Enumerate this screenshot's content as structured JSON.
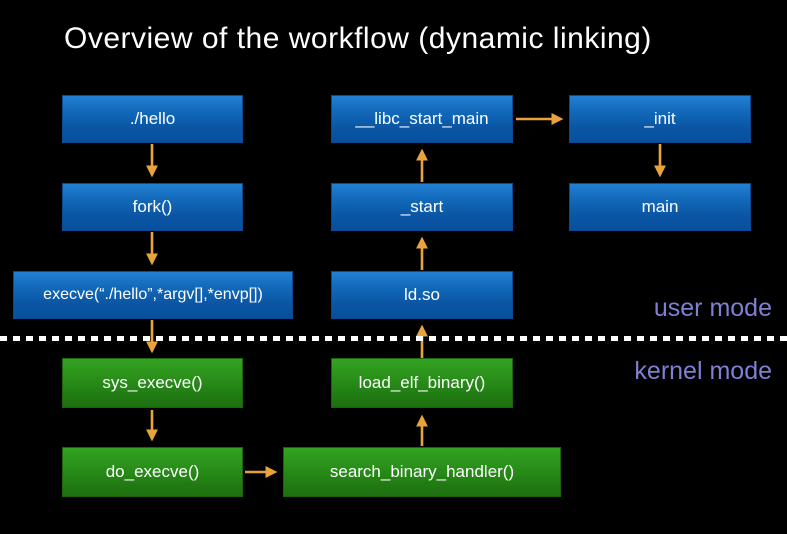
{
  "title": "Overview of the workflow (dynamic linking)",
  "diagram": {
    "nodes": {
      "hello": {
        "label": "./hello",
        "mode": "user"
      },
      "fork": {
        "label": "fork()",
        "mode": "user"
      },
      "execve": {
        "label": "execve(“./hello”,*argv[],*envp[])",
        "mode": "user"
      },
      "libc_start_main": {
        "label": "__libc_start_main",
        "mode": "user"
      },
      "start": {
        "label": "_start",
        "mode": "user"
      },
      "ldso": {
        "label": "ld.so",
        "mode": "user"
      },
      "init": {
        "label": "_init",
        "mode": "user"
      },
      "main": {
        "label": "main",
        "mode": "user"
      },
      "sys_execve": {
        "label": "sys_execve()",
        "mode": "kernel"
      },
      "do_execve": {
        "label": "do_execve()",
        "mode": "kernel"
      },
      "load_elf_binary": {
        "label": "load_elf_binary()",
        "mode": "kernel"
      },
      "search_binary_handler": {
        "label": "search_binary_handler()",
        "mode": "kernel"
      }
    },
    "edges": [
      {
        "from": "hello",
        "to": "fork"
      },
      {
        "from": "fork",
        "to": "execve"
      },
      {
        "from": "execve",
        "to": "sys_execve"
      },
      {
        "from": "sys_execve",
        "to": "do_execve"
      },
      {
        "from": "do_execve",
        "to": "search_binary_handler"
      },
      {
        "from": "search_binary_handler",
        "to": "load_elf_binary"
      },
      {
        "from": "load_elf_binary",
        "to": "ldso"
      },
      {
        "from": "ldso",
        "to": "start"
      },
      {
        "from": "start",
        "to": "libc_start_main"
      },
      {
        "from": "libc_start_main",
        "to": "init"
      },
      {
        "from": "init",
        "to": "main"
      }
    ],
    "regions": {
      "user_mode_label": "user mode",
      "kernel_mode_label": "kernel mode"
    },
    "colors": {
      "background": "#000000",
      "user_box_blue_top": "#2180d2",
      "user_box_blue_bottom": "#07509d",
      "kernel_box_green_top": "#33a321",
      "kernel_box_green_bottom": "#1d700f",
      "arrow_orange": "#e8a33c",
      "mode_label_purple": "#7f7fd4",
      "divider_white": "#ffffff",
      "text_white": "#ffffff"
    }
  }
}
